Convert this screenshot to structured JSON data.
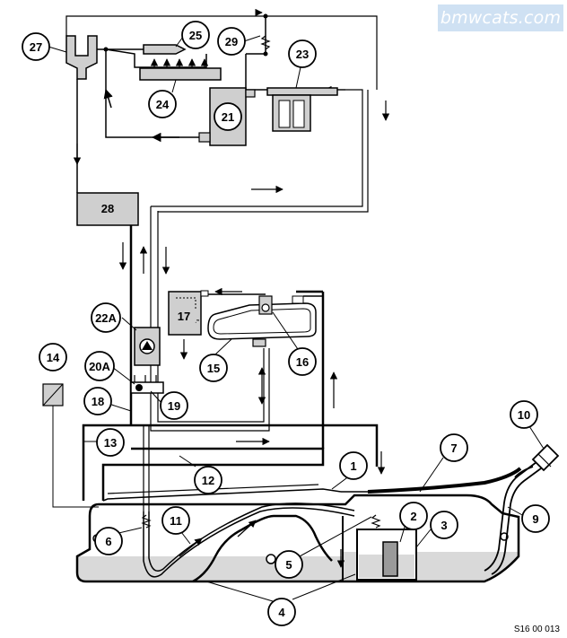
{
  "watermark": "bmwcats.com",
  "figure_code": "S16 00 013",
  "callouts": [
    "27",
    "25",
    "29",
    "23",
    "24",
    "21",
    "28",
    "22A",
    "20A",
    "14",
    "18",
    "19",
    "17",
    "15",
    "16",
    "13",
    "12",
    "1",
    "7",
    "10",
    "11",
    "6",
    "5",
    "2",
    "3",
    "9",
    "4"
  ],
  "colors": {
    "line": "#000000",
    "component_fill": "#cfcfcf",
    "fuel_fill": "#d9d9d9",
    "watermark_bg": "#cfe1f3"
  }
}
